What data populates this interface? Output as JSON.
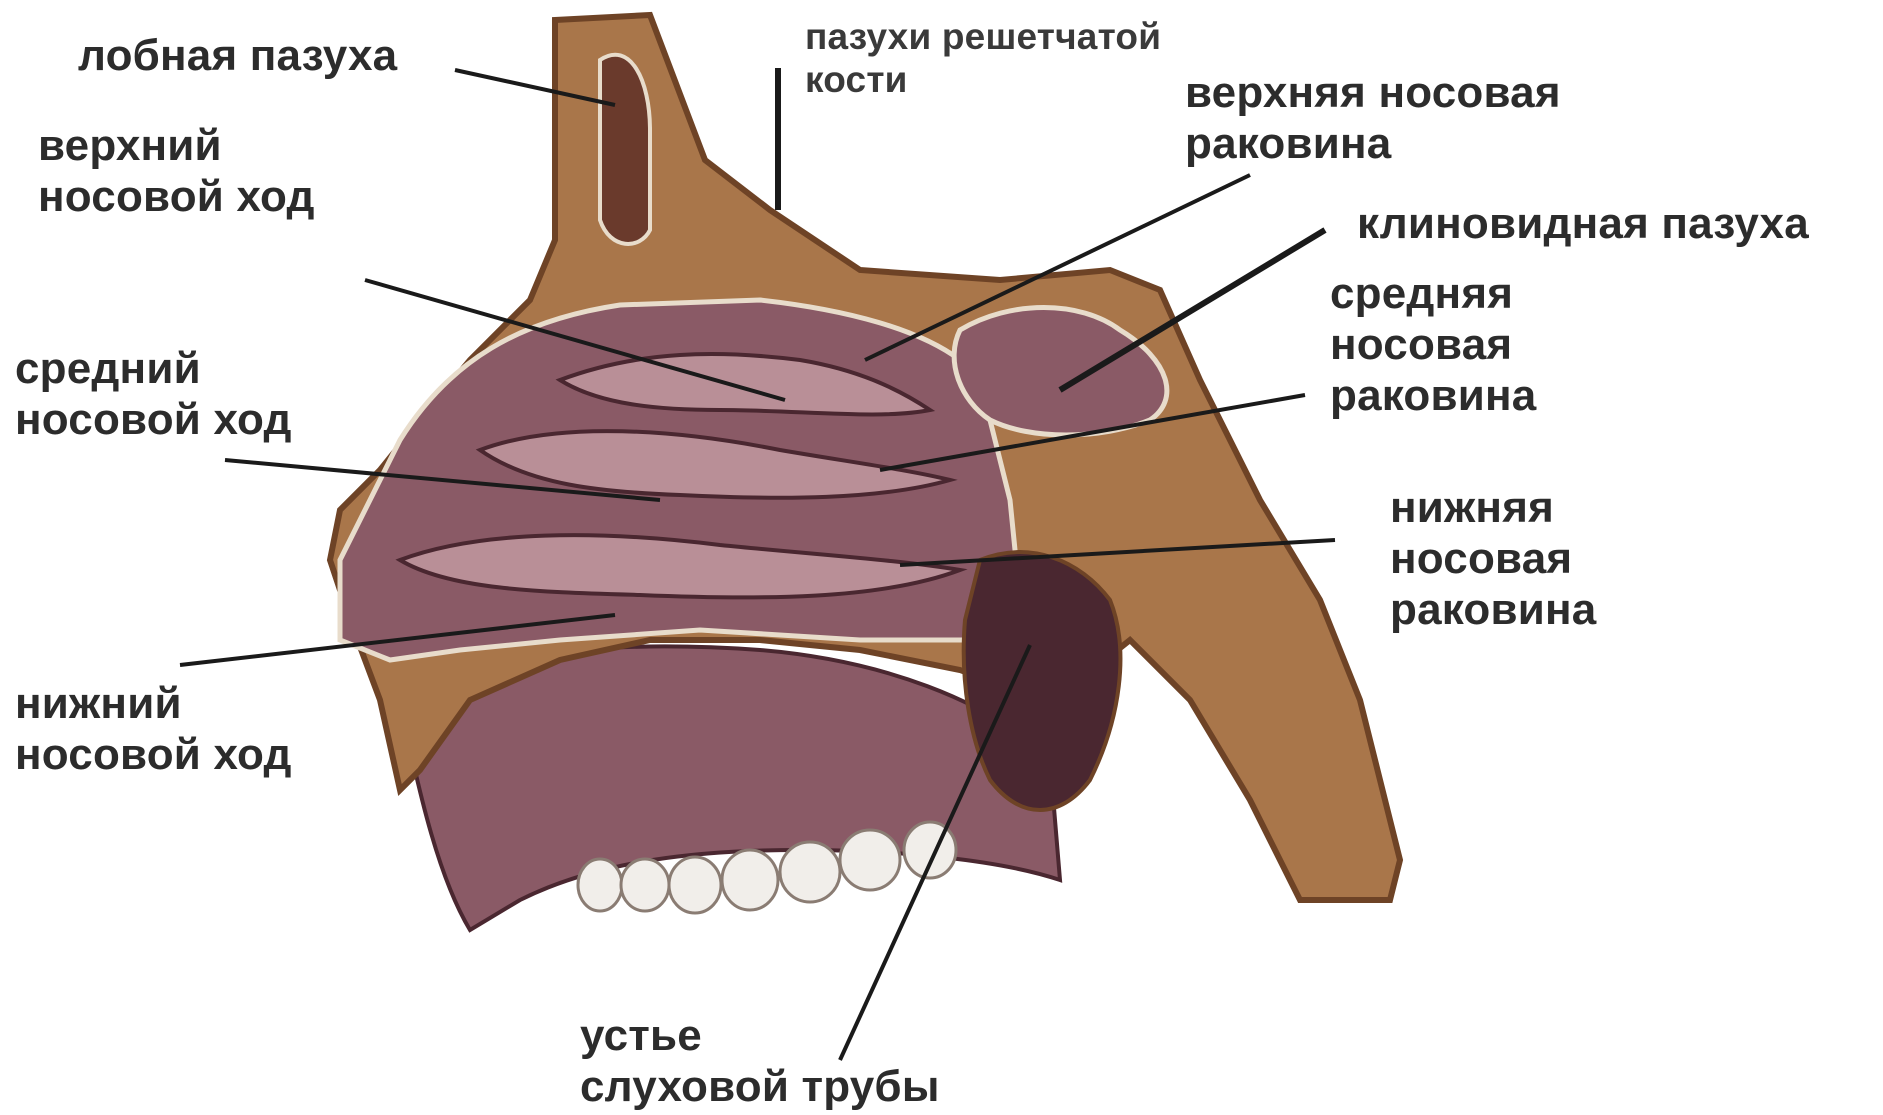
{
  "labels": {
    "frontal_sinus": "лобная пазуха",
    "ethmoid_sinuses": "пазухи решетчатой\nкости",
    "superior_concha": "верхняя носовая\nраковина",
    "superior_meatus": "верхний\nносовой ход",
    "sphenoid_sinus": "клиновидная пазуха",
    "middle_concha": "средняя\nносовая\nраковина",
    "middle_meatus": "средний\nносовой ход",
    "inferior_concha": "нижняя\nносовая\nраковина",
    "inferior_meatus": "нижний\nносовой ход",
    "eustachian_opening": "устье\nслуховой трубы"
  },
  "colors": {
    "bone": "#a9764a",
    "bone_dark": "#6e4326",
    "mucosa": "#8a5a66",
    "mucosa_dark": "#4a2730",
    "mucosa_light": "#b98f97",
    "cortex": "#e8dccb",
    "teeth": "#f1eeea",
    "leader": "#1a1a1a"
  }
}
